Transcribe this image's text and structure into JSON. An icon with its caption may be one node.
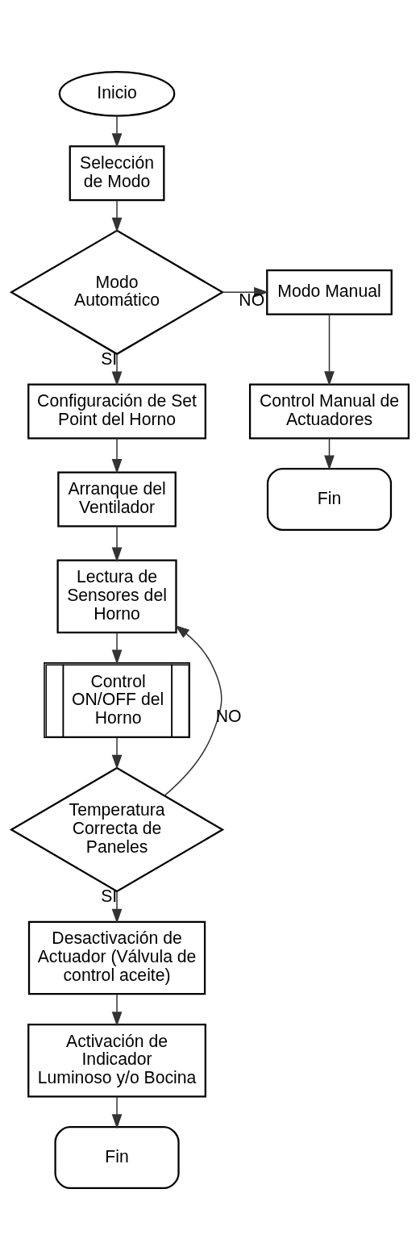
{
  "diagram": {
    "nodes": [
      {
        "text": [
          "Inicio"
        ]
      },
      {
        "text": [
          "Selección de Modo"
        ]
      },
      {
        "text": [
          "Modo Automático"
        ]
      },
      {
        "text": [
          "Modo Manual"
        ]
      },
      {
        "text": [
          "Control Manual de Actuadores"
        ]
      },
      {
        "text": [
          "Fin"
        ]
      },
      {
        "text": [
          "Configuración de Set Point del Horno"
        ]
      },
      {
        "text": [
          "Arranque del Ventilador"
        ]
      },
      {
        "text": [
          "Lectura de Sensores del Horno"
        ]
      },
      {
        "text": [
          "Control ON/OFF del Horno"
        ]
      },
      {
        "text": [
          "Temperatura Correcta de Paneles"
        ]
      },
      {
        "text": [
          "Desactivación de Actuador (Válvula de control aceite)"
        ]
      },
      {
        "text": [
          "Activación de Indicador Luminoso y/o Bocina"
        ]
      },
      {
        "text": [
          "Fin"
        ]
      }
    ],
    "edges": [
      {
        "from": 0,
        "to": 1,
        "arrow": "to"
      },
      {
        "from": 1,
        "to": 2,
        "arrow": "to"
      },
      {
        "from": 2,
        "to": 3,
        "arrow": "to",
        "label": "NO"
      },
      {
        "from": 3,
        "to": 4,
        "arrow": "to"
      },
      {
        "from": 4,
        "to": 5,
        "arrow": "to"
      },
      {
        "from": 2,
        "to": 6,
        "arrow": "to",
        "label": "SI"
      },
      {
        "from": 6,
        "to": 7,
        "arrow": "to"
      },
      {
        "from": 7,
        "to": 8,
        "arrow": "to"
      },
      {
        "from": 8,
        "to": 9,
        "arrow": "to"
      },
      {
        "from": 9,
        "to": 10,
        "arrow": "to"
      },
      {
        "from": 10,
        "to": 8,
        "arrow": "to",
        "label": "NO"
      },
      {
        "from": 10,
        "to": 11,
        "arrow": "to",
        "label": "SI"
      },
      {
        "from": 11,
        "to": 12,
        "arrow": "to"
      },
      {
        "from": 12,
        "to": 13,
        "arrow": "to"
      }
    ]
  }
}
